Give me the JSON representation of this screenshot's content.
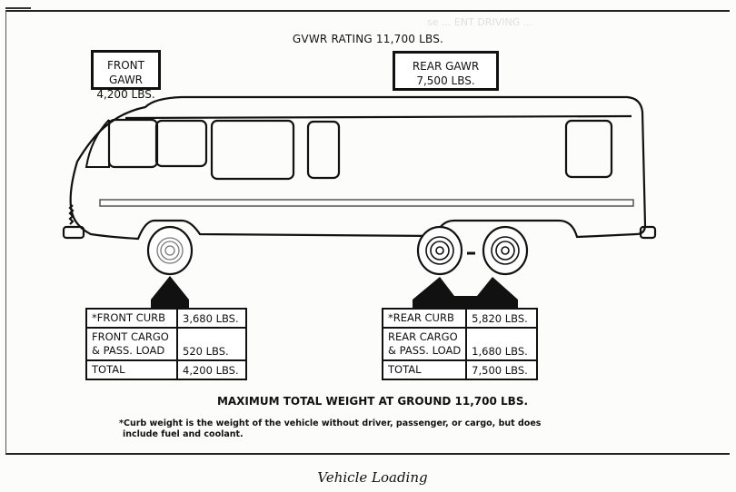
{
  "diagram": {
    "title": "GVWR RATING 11,700 LBS.",
    "front_gawr": {
      "label": "FRONT GAWR",
      "value": "4,200 LBS."
    },
    "rear_gawr": {
      "label": "REAR GAWR",
      "value": "7,500 LBS."
    },
    "front_table": {
      "rows": [
        {
          "label": "*FRONT CURB",
          "value": "3,680 LBS."
        },
        {
          "label_line1": "FRONT CARGO",
          "label_line2": "& PASS. LOAD",
          "value": "520 LBS."
        },
        {
          "label": "TOTAL",
          "value": "4,200 LBS."
        }
      ]
    },
    "rear_table": {
      "rows": [
        {
          "label": "*REAR CURB",
          "value": "5,820 LBS."
        },
        {
          "label_line1": "REAR CARGO",
          "label_line2": "& PASS. LOAD",
          "value": "1,680 LBS."
        },
        {
          "label": "TOTAL",
          "value": "7,500 LBS."
        }
      ]
    },
    "max_weight": "MAXIMUM TOTAL WEIGHT AT GROUND 11,700 LBS.",
    "footnote_line1": "*Curb weight is the weight of the vehicle without driver, passenger, or cargo, but does",
    "footnote_line2": "include fuel and coolant.",
    "caption": "Vehicle Loading",
    "illustration": "motorhome-side-view"
  }
}
